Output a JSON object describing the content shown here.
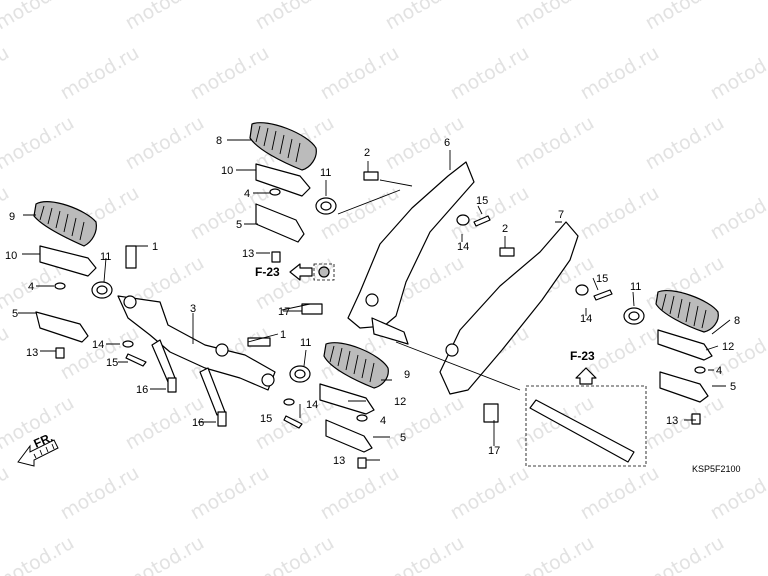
{
  "watermark": "motod.ru",
  "callouts": {
    "c1": "1",
    "c2": "2",
    "c3": "3",
    "c4": "4",
    "c5": "5",
    "c6": "6",
    "c7": "7",
    "c8": "8",
    "c9": "9",
    "c10": "10",
    "c11": "11",
    "c12": "12",
    "c13": "13",
    "c14": "14",
    "c15": "15",
    "c16": "16",
    "c17": "17"
  },
  "reference": "F-23",
  "direction": "FR.",
  "diagram_code": "KSP5F2100"
}
